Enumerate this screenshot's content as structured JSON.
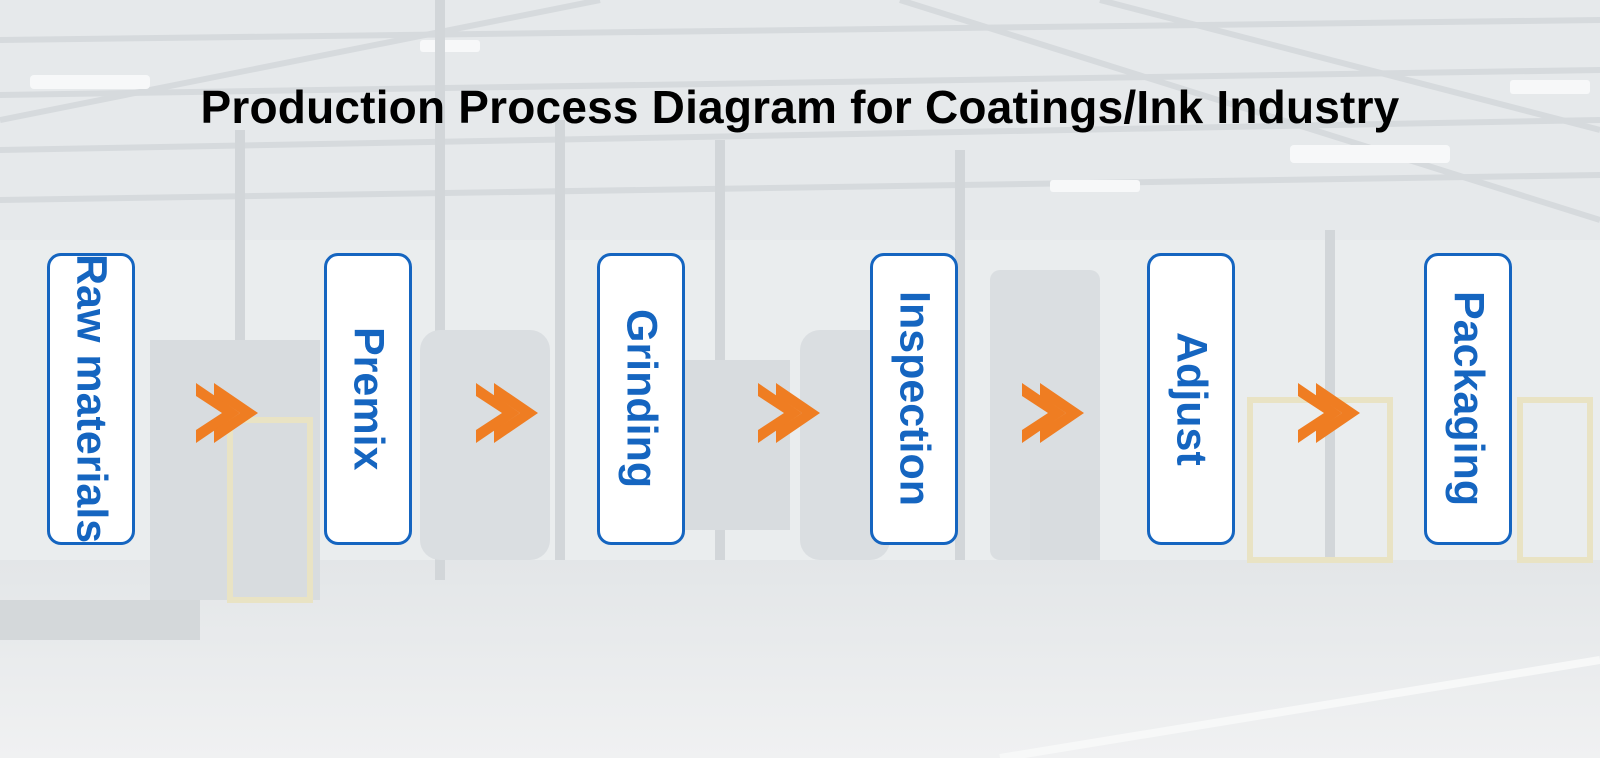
{
  "title": "Production Process Diagram for Coatings/Ink Industry",
  "steps": [
    {
      "label": "Raw materials"
    },
    {
      "label": "Premix"
    },
    {
      "label": "Grinding"
    },
    {
      "label": "Inspection"
    },
    {
      "label": "Adjust"
    },
    {
      "label": "Packaging"
    }
  ],
  "arrow_icon": "double-chevron-right-icon",
  "colors": {
    "box_border": "#1565c0",
    "box_text": "#1565c0",
    "arrow": "#ef7d22",
    "title": "#000000"
  }
}
